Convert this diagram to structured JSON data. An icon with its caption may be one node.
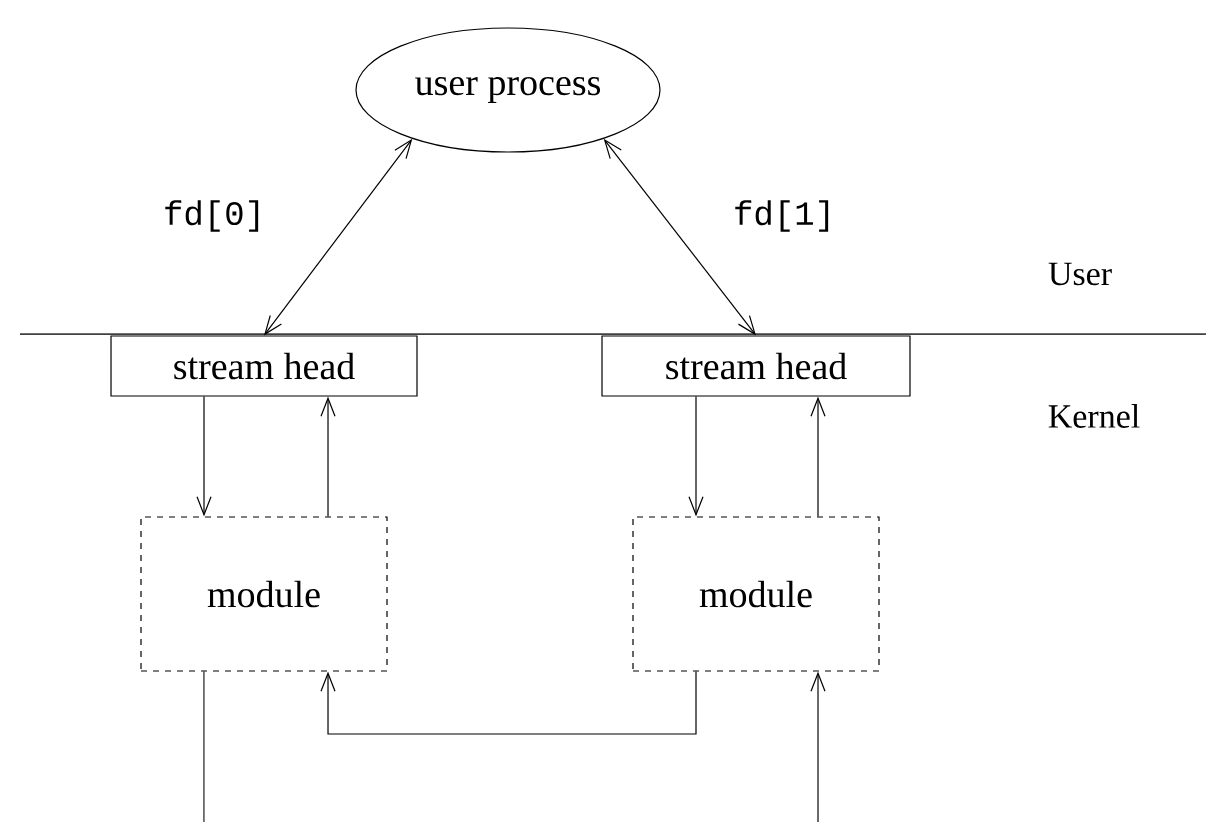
{
  "diagram": {
    "nodes": [
      {
        "text": [
          "user process"
        ]
      },
      {
        "text": [
          "stream head"
        ]
      },
      {
        "text": [
          "stream head"
        ]
      },
      {
        "text": [
          "module"
        ]
      },
      {
        "text": [
          "module"
        ]
      }
    ],
    "edges": [
      {
        "from": 0,
        "to": 1,
        "arrow": "both",
        "label": "fd[0]"
      },
      {
        "from": 0,
        "to": 2,
        "arrow": "both",
        "label": "fd[1]"
      },
      {
        "from": 1,
        "to": 3,
        "arrow": "to"
      },
      {
        "from": 3,
        "to": 1,
        "arrow": "to"
      },
      {
        "from": 2,
        "to": 4,
        "arrow": "to"
      },
      {
        "from": 4,
        "to": 2,
        "arrow": "to"
      },
      {
        "from": 4,
        "to": 3,
        "arrow": "to"
      },
      {
        "from": 3,
        "to": null,
        "arrow": "none"
      },
      {
        "from": null,
        "to": 4,
        "arrow": "to"
      }
    ],
    "labels": [
      "User",
      "Kernel"
    ]
  }
}
